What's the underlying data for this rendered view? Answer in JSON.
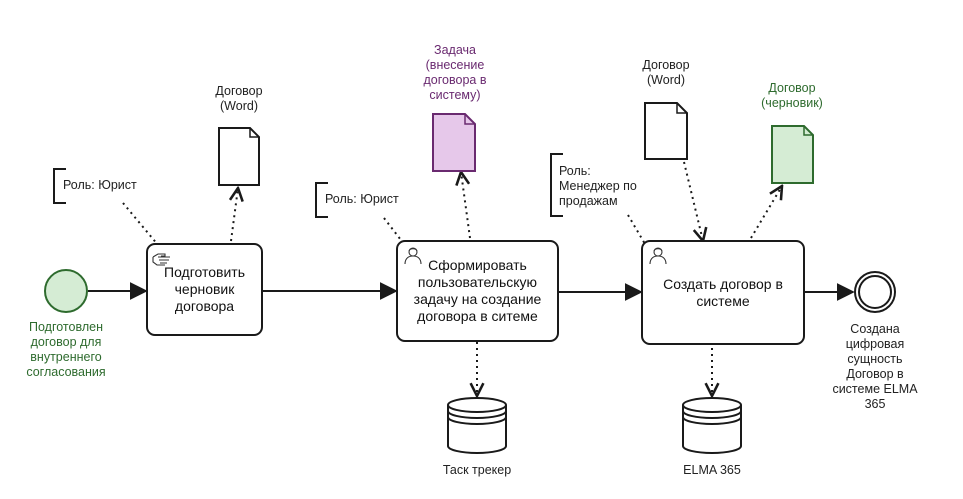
{
  "colors": {
    "stroke": "#1a1a1a",
    "start_fill": "#d5ecd4",
    "start_stroke": "#2e6b2e",
    "start_label": "#2e6b2e",
    "task_object_fill": "#e6c8ea",
    "task_object_stroke": "#6a2a70",
    "task_object_label": "#6a2a70",
    "draft_fill": "#d5ecd4",
    "draft_stroke": "#2e6b2e",
    "draft_label": "#2e6b2e"
  },
  "events": {
    "start": {
      "label": "Подготовлен\nдоговор для\nвнутреннего\nсогласования"
    },
    "end": {
      "label": "Создана\nцифровая\nсущность\nДоговор в\nсистеме ELMA\n365"
    }
  },
  "tasks": [
    {
      "id": "t1",
      "label": "Подготовить\nчерновик\nдоговора",
      "icon": "manual-task-hand-icon"
    },
    {
      "id": "t2",
      "label": "Сформировать\nпользовательскую\nзадачу на создание\nдоговора в ситеме",
      "icon": "user-task-icon"
    },
    {
      "id": "t3",
      "label": "Создать договор в\nсистеме",
      "icon": "user-task-icon"
    }
  ],
  "annotations": [
    {
      "id": "a1",
      "text": "Роль: Юрист"
    },
    {
      "id": "a2",
      "text": "Роль: Юрист"
    },
    {
      "id": "a3",
      "text": "Роль:\nМенеджер по\nпродажам"
    }
  ],
  "data_objects": [
    {
      "id": "d1",
      "label": "Договор\n(Word)"
    },
    {
      "id": "d2",
      "label": "Задача\n(внесение\nдоговора в\nсистему)"
    },
    {
      "id": "d3",
      "label": "Договор\n(Word)"
    },
    {
      "id": "d4",
      "label": "Договор\n(черновик)"
    }
  ],
  "data_stores": [
    {
      "id": "s1",
      "label": "Таск трекер"
    },
    {
      "id": "s2",
      "label": "ELMA 365"
    }
  ]
}
